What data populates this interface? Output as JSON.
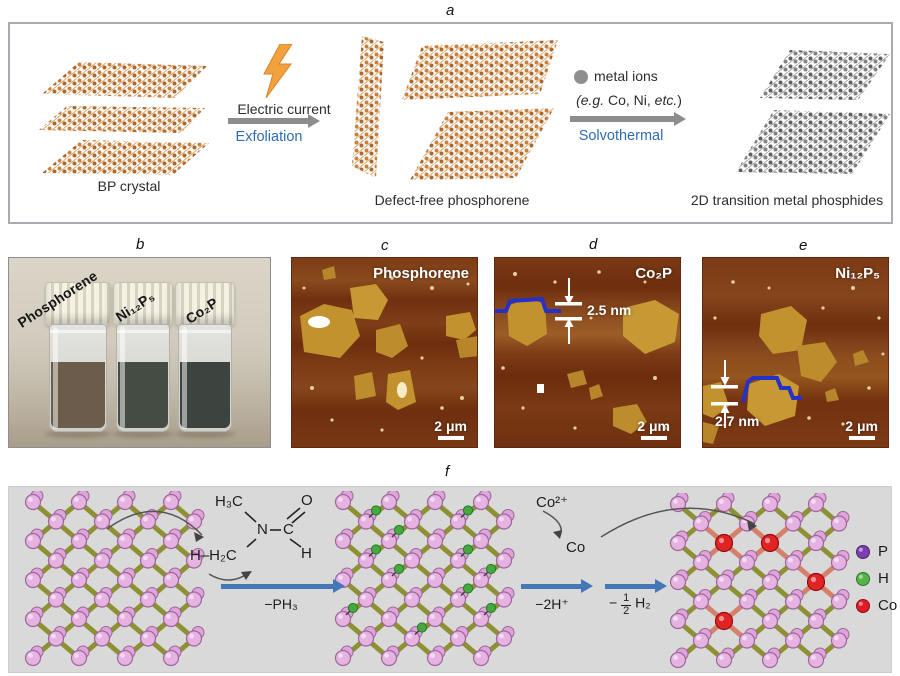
{
  "panel_labels": {
    "a": "a",
    "b": "b",
    "c": "c",
    "d": "d",
    "e": "e",
    "f": "f"
  },
  "panel_a": {
    "bp_caption": "BP crystal",
    "step1_title": "Electric current",
    "step1_sub": "Exfoliation",
    "mid_caption": "Defect-free phosphorene",
    "metal_ions": "metal ions",
    "ions_p1": "(",
    "ions_p2": "e.g.",
    "ions_p3": " Co, Ni, ",
    "ions_p4": "etc.",
    "ions_p5": ")",
    "step2_sub": "Solvothermal",
    "right_caption": "2D transition metal phosphides"
  },
  "panel_b": {
    "vial1": "Phosphorene",
    "vial2": "Ni₁₂P₅",
    "vial3": "Co₂P"
  },
  "panel_c": {
    "title": "Phosphorene",
    "scale": "2 μm"
  },
  "panel_d": {
    "title": "Co₂P",
    "scale": "2 μm",
    "thickness": "2.5 nm"
  },
  "panel_e": {
    "title": "Ni₁₂P₅",
    "scale": "2 μm",
    "thickness": "2.7 nm"
  },
  "panel_f": {
    "mol": {
      "h3c": "H₃C",
      "o": "O",
      "n": "N",
      "c": "C",
      "h": "H",
      "hch2": "H–H₂C"
    },
    "arrow1": "−PH₃",
    "co_ion": "Co²⁺",
    "co_metal": "Co",
    "arrow2": "−2H⁺",
    "arrow3_minus": "−",
    "arrow3_num": "1",
    "arrow3_den": "2",
    "arrow3_formula": "H₂",
    "legend": [
      {
        "name": "P",
        "color": "#7b3fae"
      },
      {
        "name": "H",
        "color": "#55b34a"
      },
      {
        "name": "Co",
        "color": "#e01b28"
      }
    ]
  },
  "colors": {
    "accent_blue_text": "#2f6cb3",
    "arrow_blue": "#4577b6",
    "afm_profile_blue": "#2531c8",
    "afm_background_brown": "#7c3a15",
    "flake_gold": "#c2922f"
  }
}
